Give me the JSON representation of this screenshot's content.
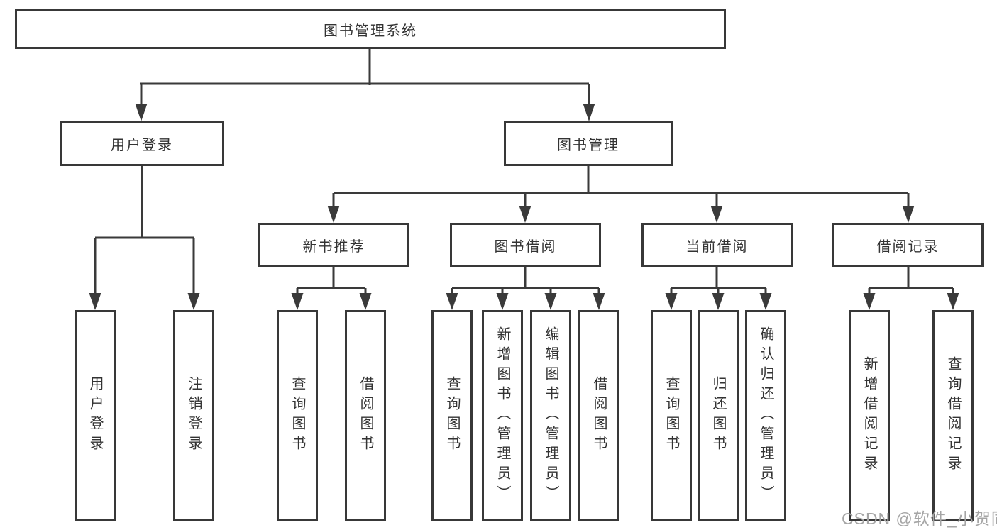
{
  "diagram_title": "图书管理系统",
  "nodes": {
    "root": "图书管理系统",
    "user_login_branch": "用户登录",
    "book_management_branch": "图书管理",
    "new_book_recommend": "新书推荐",
    "book_borrowing": "图书借阅",
    "current_borrowing": "当前借阅",
    "borrowing_records": "借阅记录",
    "leaf_user_login": "用户登录",
    "leaf_logout": "注销登录",
    "leaf_nbr_query_books": "查询图书",
    "leaf_nbr_borrow_books": "借阅图书",
    "leaf_bb_query_books": "查询图书",
    "leaf_bb_add_books_admin": "新增图书（管理员）",
    "leaf_bb_edit_books_admin": "编辑图书（管理员）",
    "leaf_bb_borrow_books": "借阅图书",
    "leaf_cb_query_books": "查询图书",
    "leaf_cb_return_books": "归还图书",
    "leaf_cb_confirm_return_admin": "确认归还（管理员）",
    "leaf_br_add_record": "新增借阅记录",
    "leaf_br_query_record": "查询借阅记录"
  },
  "watermark": "CSDN @软件_小贺同学",
  "colors": {
    "line": "#3a3a3a",
    "border": "#383838",
    "text": "#333333",
    "watermark": "#a5a5a5",
    "background": "#ffffff"
  }
}
